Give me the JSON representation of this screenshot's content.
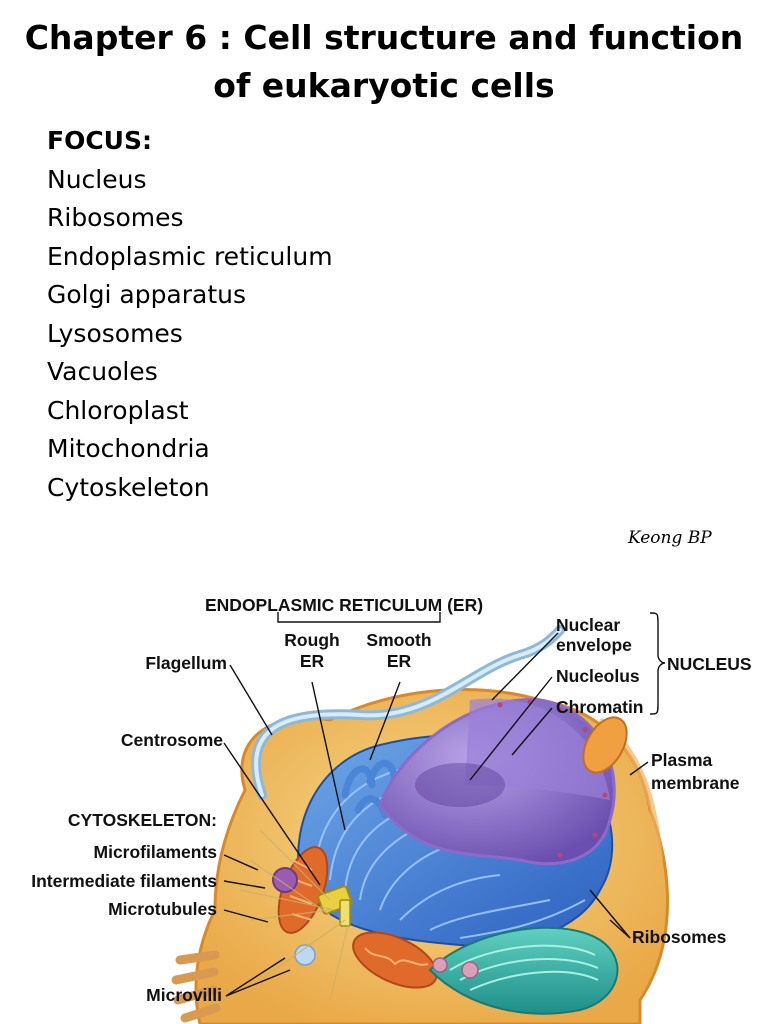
{
  "title": {
    "line1": "Chapter 6 : Cell structure and function",
    "line2": "of eukaryotic cells"
  },
  "focus": {
    "heading": "FOCUS:",
    "items": [
      "Nucleus",
      "Ribosomes",
      "Endoplasmic reticulum",
      "Golgi apparatus",
      "Lysosomes",
      "Vacuoles",
      "Chloroplast",
      "Mitochondria",
      "Cytoskeleton"
    ]
  },
  "signature": "Keong BP",
  "diagram": {
    "labels": {
      "er": "ENDOPLASMIC RETICULUM (ER)",
      "rough_1": "Rough",
      "rough_2": "ER",
      "smooth_1": "Smooth",
      "smooth_2": "ER",
      "flagellum": "Flagellum",
      "centrosome": "Centrosome",
      "cytoskeleton": "CYTOSKELETON:",
      "microfilaments": "Microfilaments",
      "intermediate": "Intermediate filaments",
      "microtubules": "Microtubules",
      "microvilli": "Microvilli",
      "nuclear_1": "Nuclear",
      "nuclear_2": "envelope",
      "nucleolus": "Nucleolus",
      "chromatin": "Chromatin",
      "nucleus": "NUCLEUS",
      "plasma_1": "Plasma",
      "plasma_2": "membrane",
      "ribosomes": "Ribosomes"
    }
  }
}
